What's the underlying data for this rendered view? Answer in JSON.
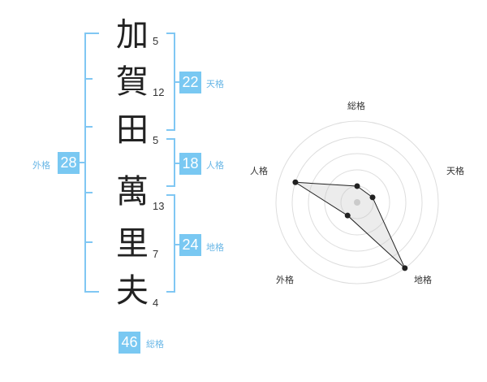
{
  "name_chars": [
    {
      "char": "加",
      "strokes": "5"
    },
    {
      "char": "賀",
      "strokes": "12"
    },
    {
      "char": "田",
      "strokes": "5"
    },
    {
      "char": "萬",
      "strokes": "13"
    },
    {
      "char": "里",
      "strokes": "7"
    },
    {
      "char": "夫",
      "strokes": "4"
    }
  ],
  "kaku": {
    "tenkaku": {
      "value": "22",
      "label": "天格"
    },
    "jinkaku": {
      "value": "18",
      "label": "人格"
    },
    "chikaku": {
      "value": "24",
      "label": "地格"
    },
    "gaikaku": {
      "value": "28",
      "label": "外格"
    },
    "soukaku": {
      "value": "46",
      "label": "総格"
    }
  },
  "colors": {
    "accent": "#79c8f2",
    "text": "#222222"
  },
  "chart_data": {
    "type": "radar",
    "axes": [
      "総格",
      "天格",
      "地格",
      "外格",
      "人格"
    ],
    "values": [
      1,
      1,
      5,
      1,
      4
    ],
    "max": 5
  }
}
